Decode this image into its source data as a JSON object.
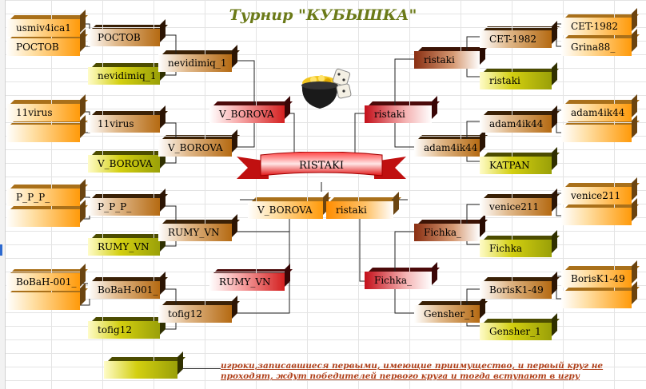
{
  "title": "Турнир \"КУБЫШКА\"",
  "final_winner": "RISTAKI",
  "finalists": {
    "left": "V_BOROVA",
    "right": "ristaki"
  },
  "left": {
    "r1": [
      "usmiv4ica1",
      "РОСТОВ",
      "11virus",
      "",
      "P_P_P_",
      "",
      "BoBaH-001_",
      ""
    ],
    "r2": [
      "РОСТОВ",
      "nevidimiq_1",
      "11virus",
      "V_BOROVA",
      "P_P_P_",
      "RUMY_VN",
      "BoBaH-001_",
      "tofig12"
    ],
    "r3": [
      "nevidimiq_1",
      "V_BOROVA",
      "RUMY_VN",
      "tofig12"
    ],
    "r4": [
      "V_BOROVA",
      "RUMY_VN"
    ]
  },
  "right": {
    "r1": [
      "CET-1982",
      "Grina88_",
      "adam4ik44",
      "",
      "venice211",
      "",
      "BorisK1-49",
      ""
    ],
    "r2": [
      "CET-1982",
      "ristaki",
      "adam4ik44",
      "KATPAN",
      "venice211",
      "Fichka",
      "BorisK1-49",
      "Gensher_1"
    ],
    "r3": [
      "ristaki",
      "adam4ik44",
      "Fichka_",
      "Gensher_1"
    ],
    "r4": [
      "ristaki",
      "Fichka_"
    ]
  },
  "legend_note": "игроки,записавшиеся первыми, имеющие приимущество, и первый круг не проходят, ждут победителей первого круга и тогда вступают в игру",
  "colors": {
    "title": "#6b7a18",
    "note": "#b0401a"
  },
  "icons": [
    "pot-of-gold-icon",
    "dice-icon",
    "ribbon-banner-icon"
  ]
}
